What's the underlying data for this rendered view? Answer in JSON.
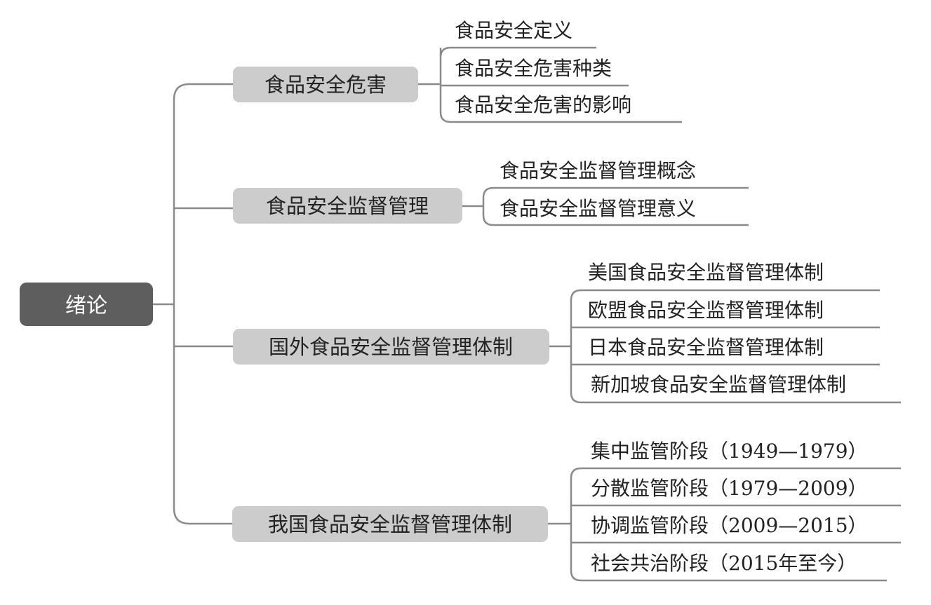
{
  "root": {
    "label": "绪论"
  },
  "branches": [
    {
      "label": "食品安全危害",
      "children": [
        "食品安全定义",
        "食品安全危害种类",
        "食品安全危害的影响"
      ]
    },
    {
      "label": "食品安全监督管理",
      "children": [
        "食品安全监督管理概念",
        "食品安全监督管理意义"
      ]
    },
    {
      "label": "国外食品安全监督管理体制",
      "children": [
        "美国食品安全监督管理体制",
        "欧盟食品安全监督管理体制",
        "日本食品安全监督管理体制",
        "新加坡食品安全监督管理体制"
      ]
    },
    {
      "label": "我国食品安全监督管理体制",
      "children": [
        "集中监管阶段（1949—1979）",
        "分散监管阶段（1979—2009）",
        "协调监管阶段（2009—2015）",
        "社会共治阶段（2015年至今）"
      ]
    }
  ],
  "colors": {
    "root_fill": "#5e5e5e",
    "branch_fill": "#cccccc",
    "line": "#8a8a8a",
    "text": "#222222"
  }
}
